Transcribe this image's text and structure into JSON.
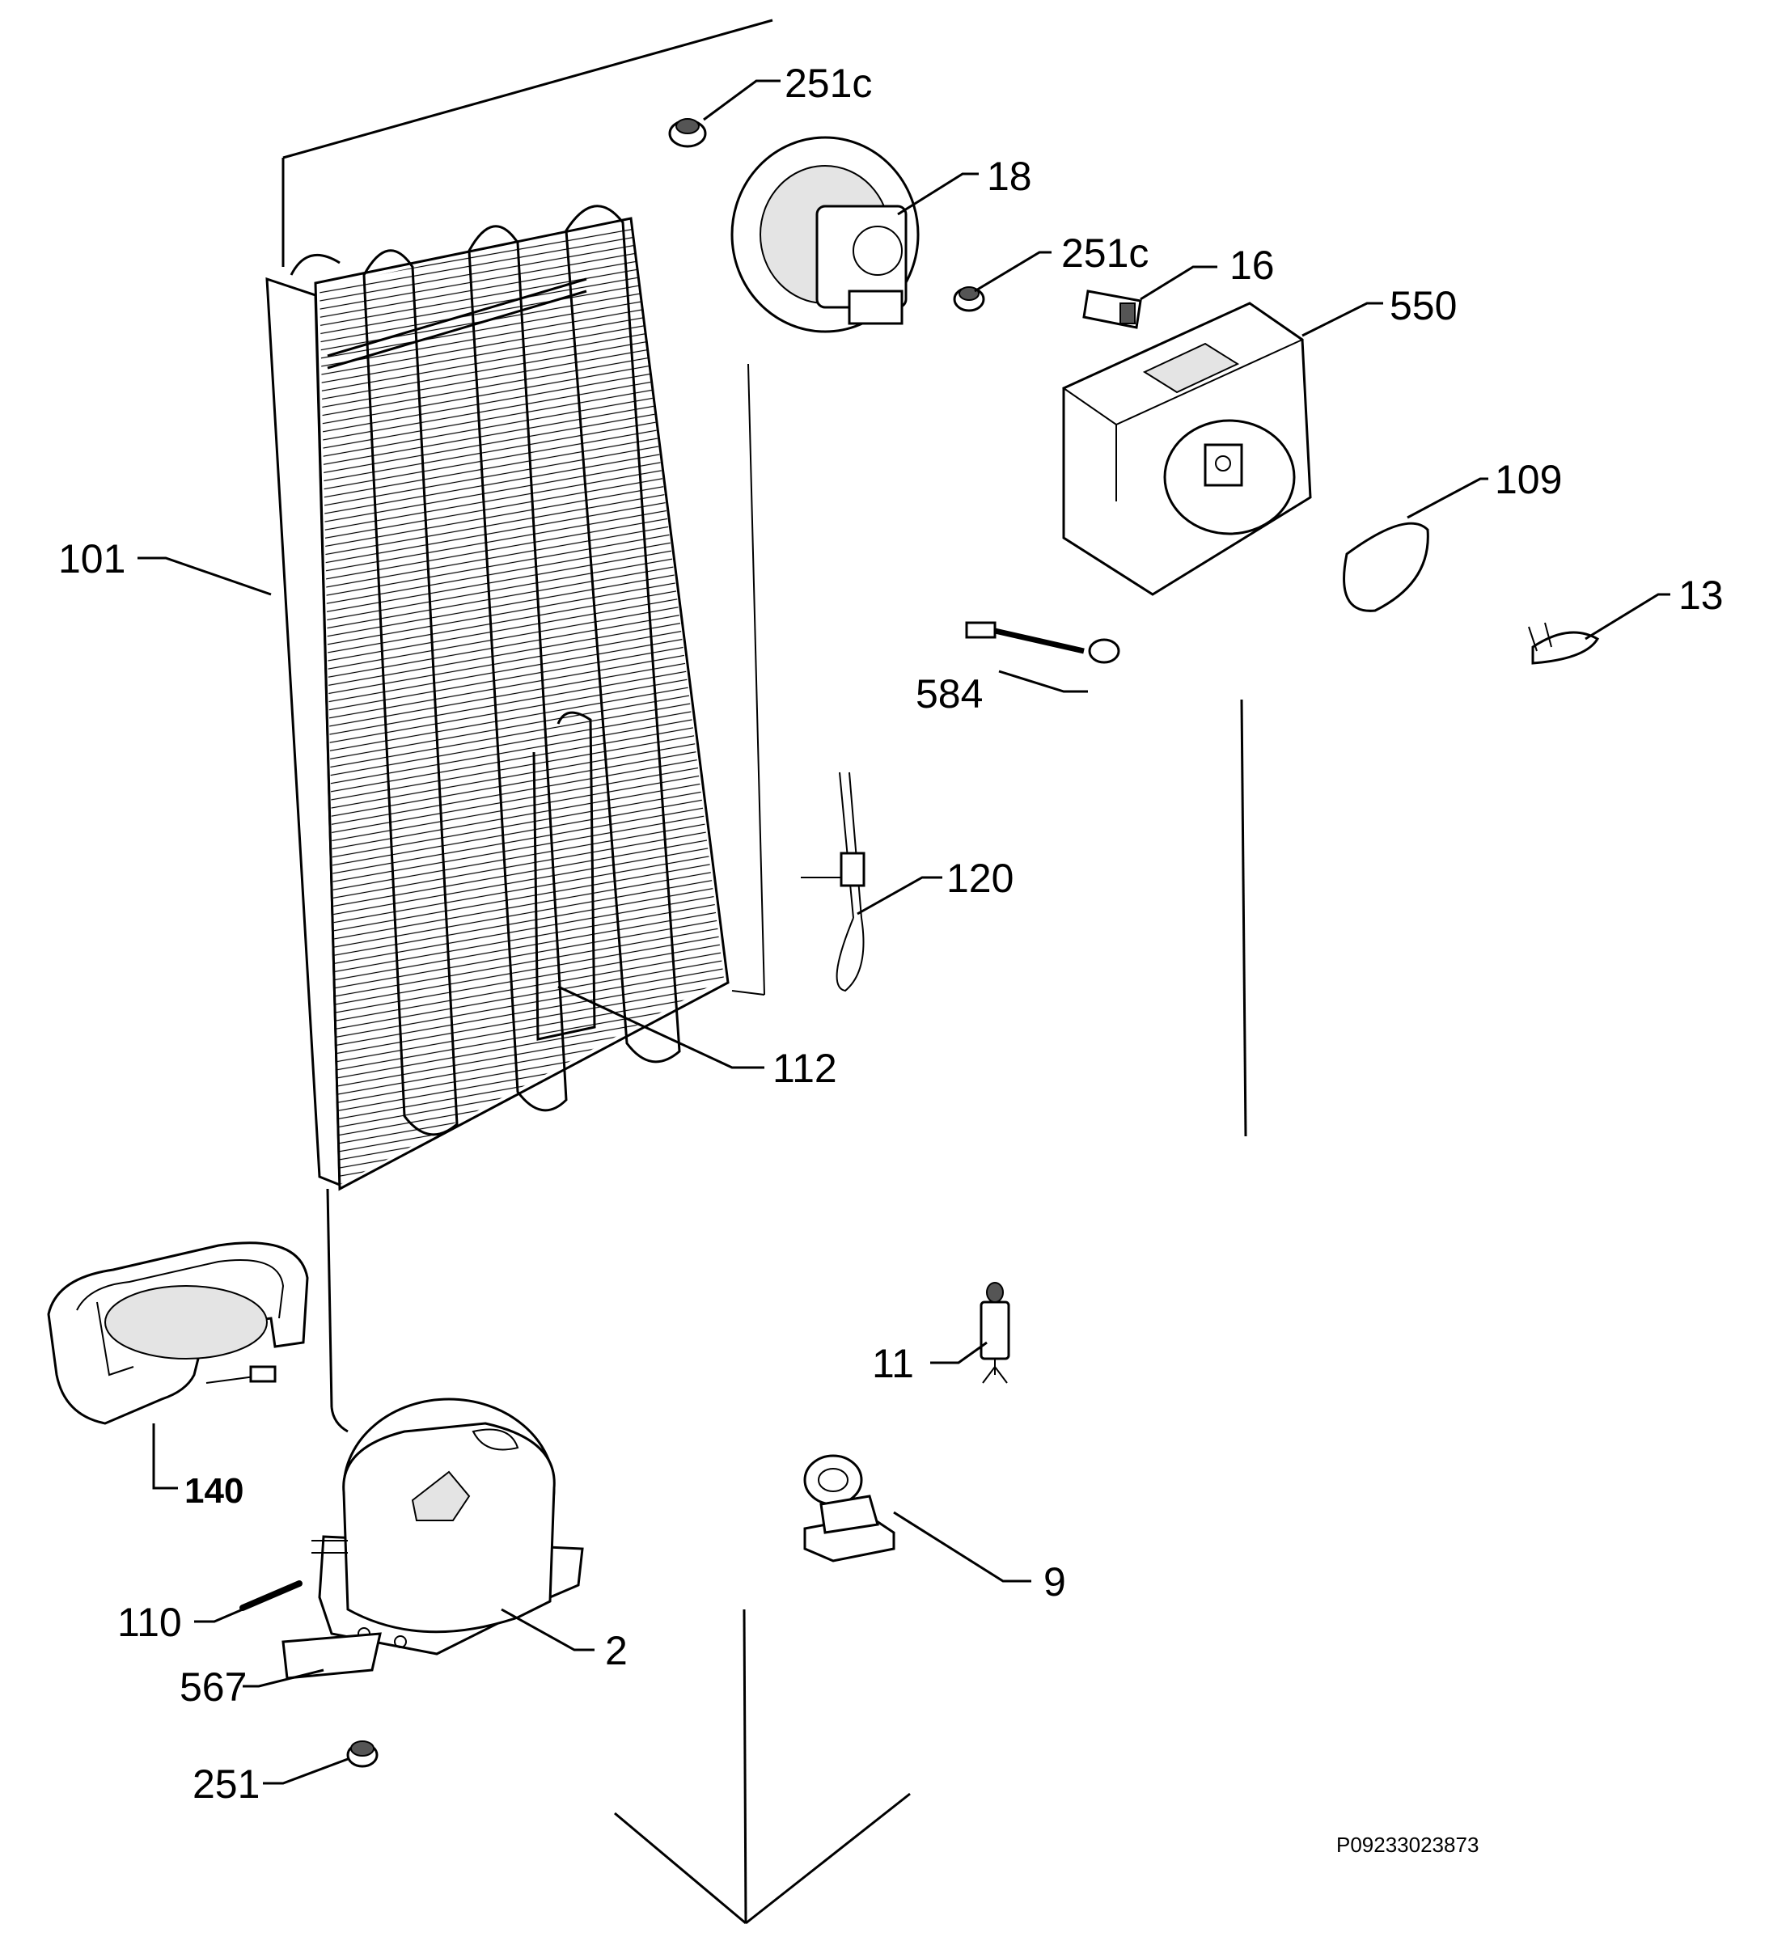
{
  "diagram": {
    "reference_code": "P09233023873",
    "part_labels": {
      "p251c_a": "251c",
      "p18": "18",
      "p251c_b": "251c",
      "p16": "16",
      "p550": "550",
      "p109": "109",
      "p13": "13",
      "p101": "101",
      "p584": "584",
      "p120": "120",
      "p112": "112",
      "p140": "140",
      "p11": "11",
      "p9": "9",
      "p110": "110",
      "p2": "2",
      "p567": "567",
      "p251": "251"
    }
  }
}
